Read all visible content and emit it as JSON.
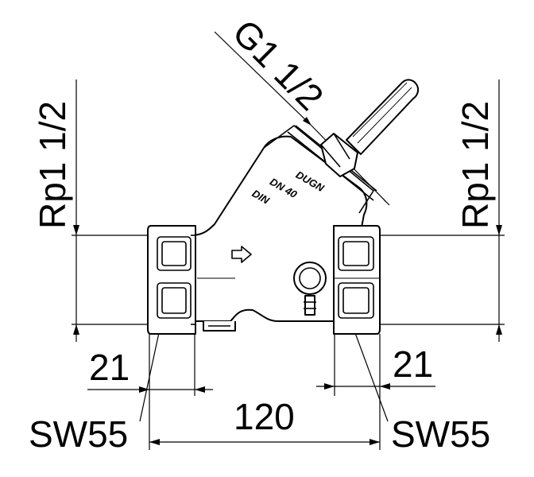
{
  "labels": {
    "thread_top": "G1 1/2",
    "thread_left": "Rp1 1/2",
    "thread_right": "Rp1 1/2",
    "dim_left_21": "21",
    "dim_right_21": "21",
    "dim_overall": "120",
    "wrench_left": "SW55",
    "wrench_right": "SW55"
  },
  "body_markings": {
    "brand": "DUGN",
    "nominal_size": "DN 40",
    "standard": "DIN"
  }
}
